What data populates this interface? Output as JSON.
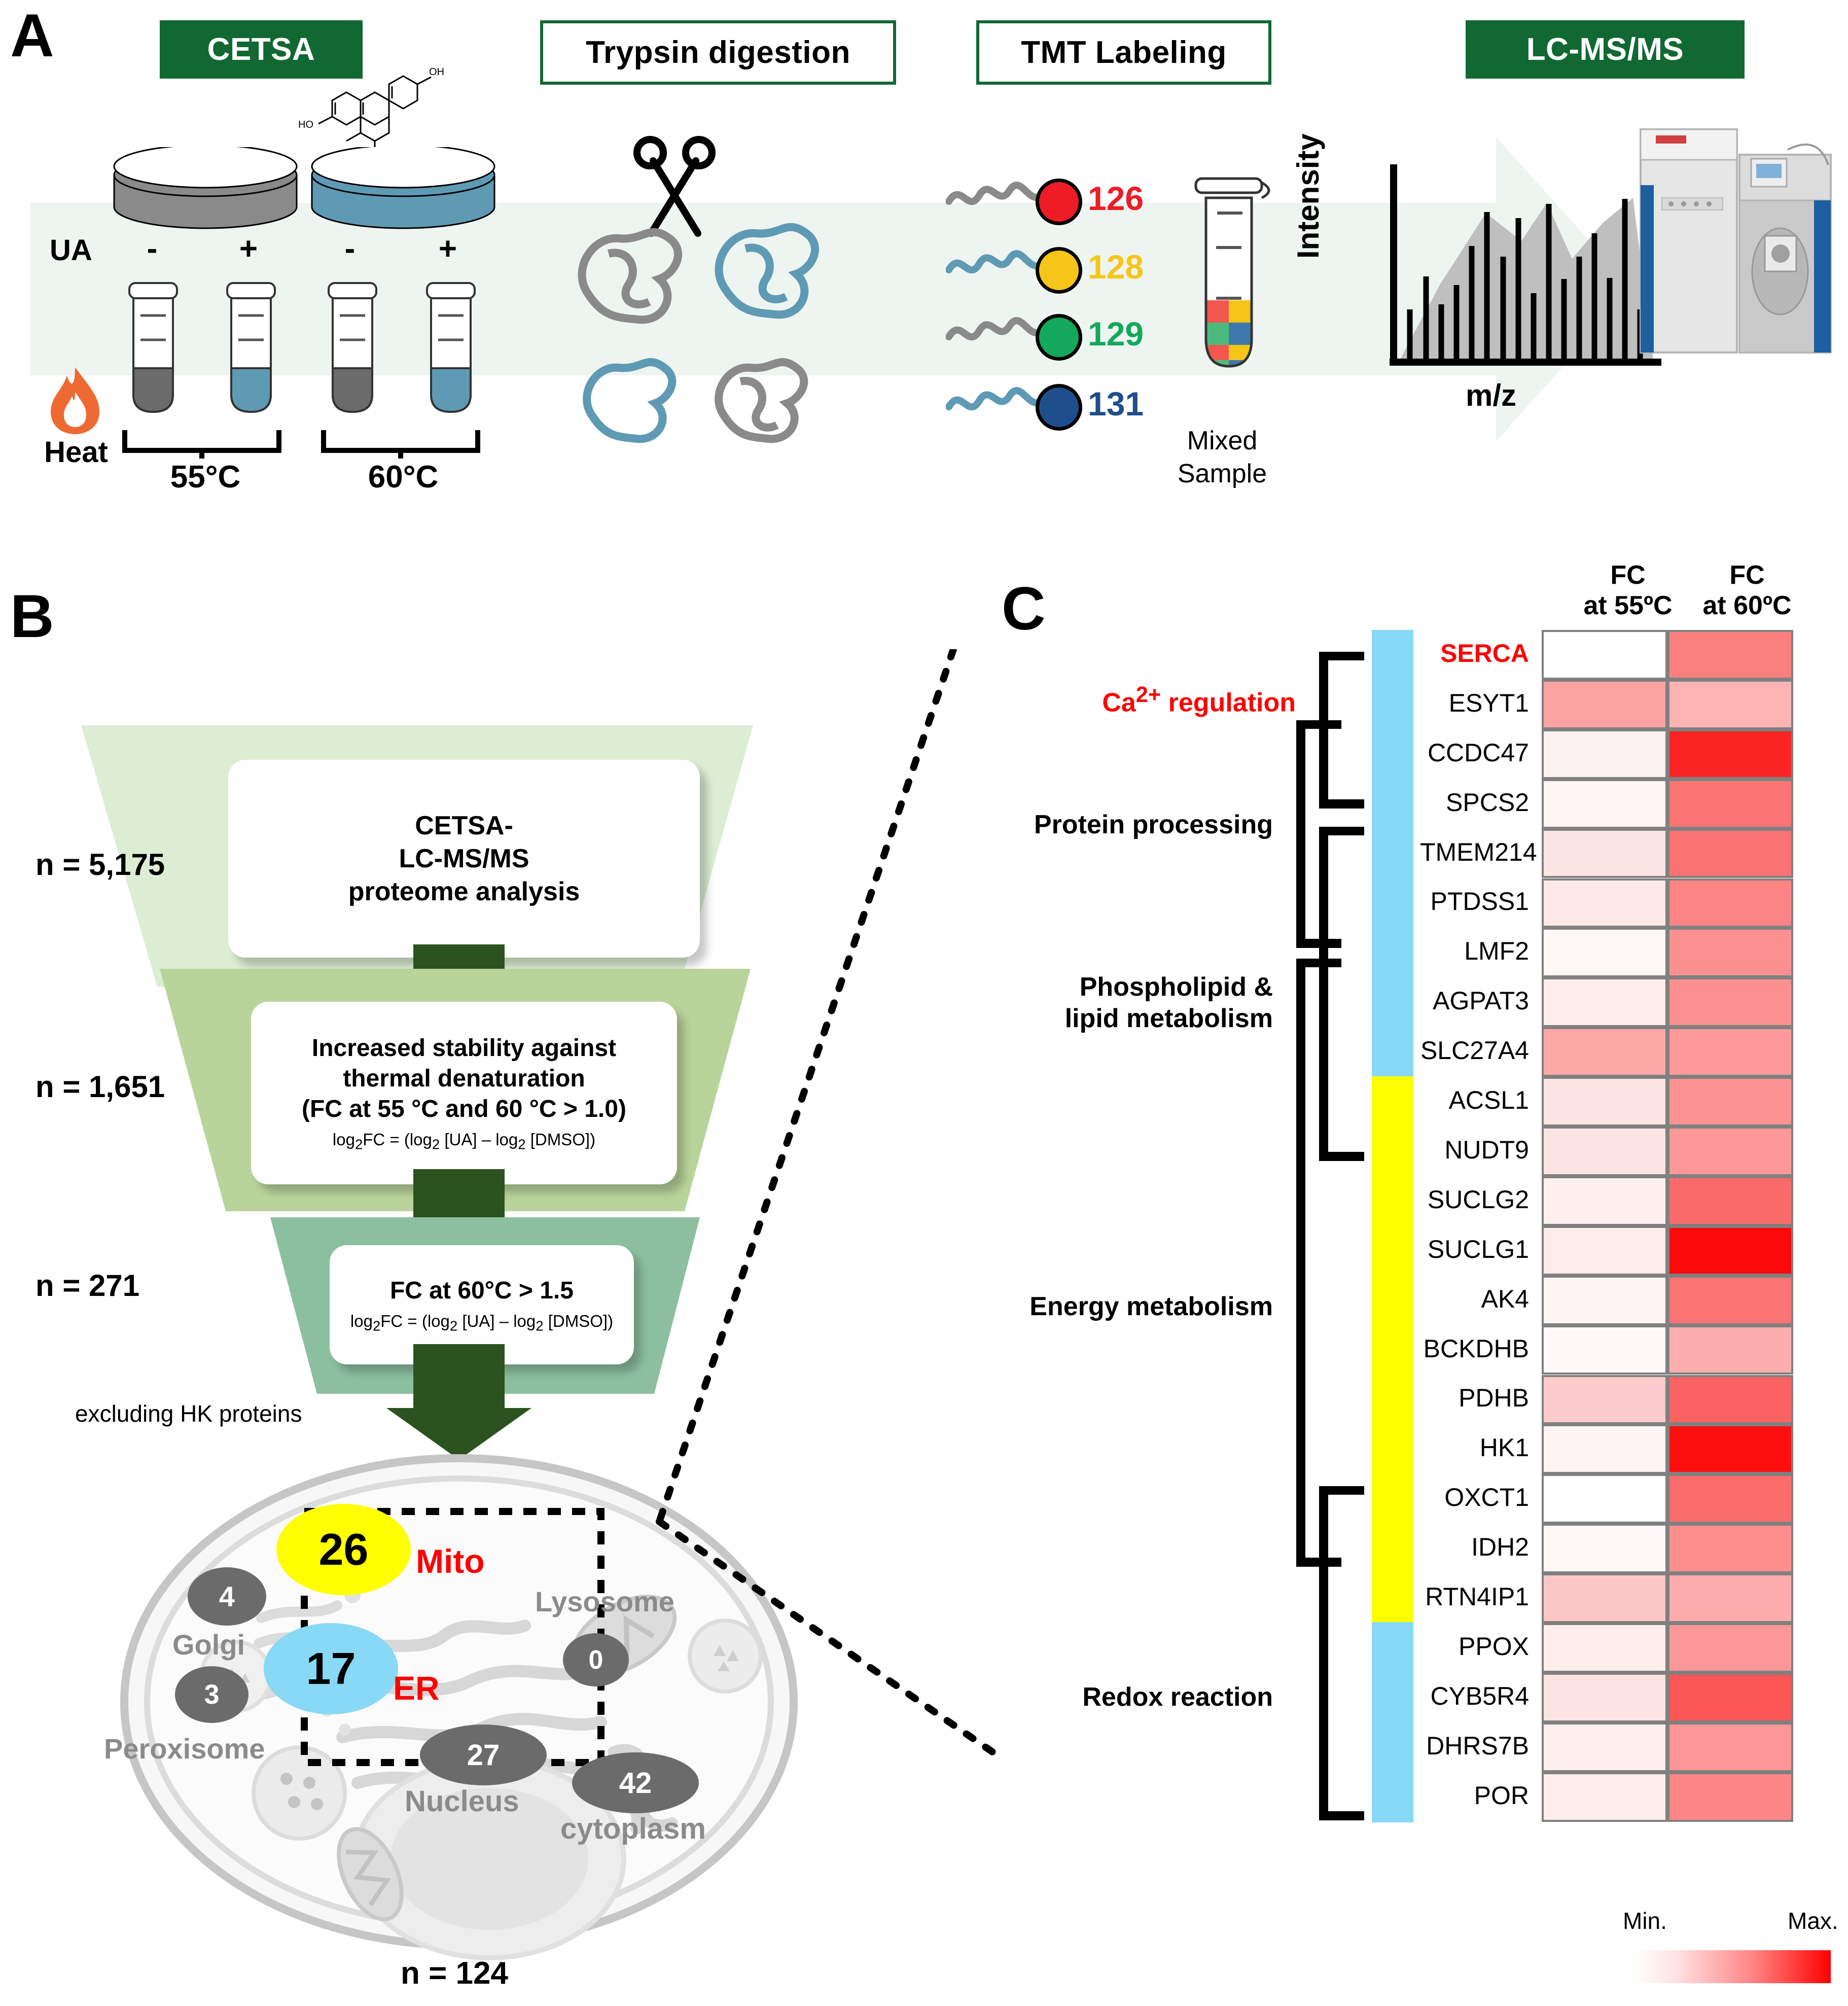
{
  "panelA": {
    "letter": "A",
    "headers": [
      {
        "label": "CETSA",
        "style": "filled"
      },
      {
        "label": "Trypsin digestion",
        "style": "outline"
      },
      {
        "label": "TMT Labeling",
        "style": "outline"
      },
      {
        "label": "LC-MS/MS",
        "style": "filled"
      }
    ],
    "ua_label": "UA",
    "signs": [
      "-",
      "+",
      "-",
      "+"
    ],
    "temperatures": [
      "55°C",
      "60°C"
    ],
    "heat_label": "Heat",
    "molecule_labels": {
      "oh_top": "OH",
      "ho_left": "HO"
    },
    "tmt_channels": [
      {
        "number": "126",
        "color": "#ee1c25",
        "strand": "#8a8a8a"
      },
      {
        "number": "128",
        "color": "#f5c518",
        "strand": "#5f9ab5"
      },
      {
        "number": "129",
        "color": "#13a85a",
        "strand": "#8a8a8a"
      },
      {
        "number": "131",
        "color": "#1f4e8c",
        "strand": "#5f9ab5"
      }
    ],
    "mixed_sample_label": "Mixed\nSample",
    "mixed_sample_line1": "Mixed",
    "mixed_sample_line2": "Sample",
    "spectrum": {
      "ylabel": "Intensity",
      "xlabel": "m/z"
    }
  },
  "panelB": {
    "letter": "B",
    "stages": [
      {
        "n_label": "n = 5,175",
        "title_lines": [
          "CETSA-",
          "LC-MS/MS",
          "proteome analysis"
        ],
        "formula": "",
        "fill": "#dcedd3"
      },
      {
        "n_label": "n = 1,651",
        "title_lines": [
          "Increased stability against",
          "thermal denaturation",
          "(FC at 55 °C and 60 °C > 1.0)"
        ],
        "formula": "log2FC = (log2 [UA] – log2 [DMSO])",
        "fill": "#b9d49b"
      },
      {
        "n_label": "n = 271",
        "title_lines": [
          "FC at 60°C > 1.5"
        ],
        "formula": "log2FC = (log2 [UA] – log2 [DMSO])",
        "fill": "#8cbfa0"
      }
    ],
    "excluding_label": "excluding HK proteins",
    "cell": {
      "organelles": [
        {
          "name": "Mito",
          "count": "26",
          "highlight": true,
          "color": "#ffff00",
          "text_color": "#000000",
          "label_color": "#ff0000"
        },
        {
          "name": "ER",
          "count": "17",
          "highlight": true,
          "color": "#87d9f5",
          "text_color": "#000000",
          "label_color": "#ff0000"
        },
        {
          "name": "Golgi",
          "count": "4",
          "highlight": false,
          "color": "#6b6b6b",
          "text_color": "#ffffff",
          "label_color": "#8b8b8b"
        },
        {
          "name": "Lysosome",
          "count": "0",
          "highlight": false,
          "color": "#6b6b6b",
          "text_color": "#ffffff",
          "label_color": "#8b8b8b"
        },
        {
          "name": "Peroxisome",
          "count": "3",
          "highlight": false,
          "color": "#6b6b6b",
          "text_color": "#ffffff",
          "label_color": "#8b8b8b"
        },
        {
          "name": "Nucleus",
          "count": "27",
          "highlight": false,
          "color": "#6b6b6b",
          "text_color": "#ffffff",
          "label_color": "#8b8b8b"
        },
        {
          "name": "cytoplasm",
          "count": "42",
          "highlight": false,
          "color": "#6b6b6b",
          "text_color": "#ffffff",
          "label_color": "#8b8b8b"
        }
      ]
    },
    "n_bottom": "n = 124"
  },
  "panelC": {
    "letter": "C",
    "column_headers": [
      {
        "line1": "FC",
        "line2": "at 55ºC"
      },
      {
        "line1": "FC",
        "line2": "at 60ºC"
      }
    ],
    "groups": [
      {
        "label": "Ca2+ regulation",
        "label_html": "Ca<sup>2+</sup> regulation",
        "red": true,
        "start": 0,
        "end": 2
      },
      {
        "label": "Protein processing",
        "label_html": "Protein processing",
        "red": false,
        "start": 2,
        "end": 5
      },
      {
        "label": "Phospholipid & lipid metabolism",
        "label_html": "Phospholipid &amp;<br>lipid metabolism",
        "red": false,
        "start": 5,
        "end": 9
      },
      {
        "label": "Energy metabolism",
        "label_html": "Energy metabolism",
        "red": false,
        "start": 9,
        "end": 18
      },
      {
        "label": "Redox reaction",
        "label_html": "Redox reaction",
        "red": false,
        "start": 17,
        "end": 23
      }
    ],
    "side_bands": [
      {
        "color": "#87d9f5",
        "start": 0,
        "end": 9
      },
      {
        "color": "#ffff00",
        "start": 9,
        "end": 20
      },
      {
        "color": "#87d9f5",
        "start": 20,
        "end": 23
      }
    ],
    "legend": {
      "min": "Min.",
      "max": "Max.",
      "min_color": "#ffffff",
      "max_color": "#ff0000"
    }
  },
  "chart_data": {
    "type": "heatmap",
    "title": "",
    "xlabel": "",
    "ylabel": "",
    "columns": [
      "FC at 55ºC",
      "FC at 60ºC"
    ],
    "rows": [
      "SERCA",
      "ESYT1",
      "CCDC47",
      "SPCS2",
      "TMEM214",
      "PTDSS1",
      "LMF2",
      "AGPAT3",
      "SLC27A4",
      "ACSL1",
      "NUDT9",
      "SUCLG2",
      "SUCLG1",
      "AK4",
      "BCKDHB",
      "PDHB",
      "HK1",
      "OXCT1",
      "IDH2",
      "RTN4IP1",
      "PPOX",
      "CYB5R4",
      "DHRS7B",
      "POR"
    ],
    "values": [
      [
        0.02,
        0.55
      ],
      [
        0.45,
        0.32
      ],
      [
        0.07,
        0.92
      ],
      [
        0.05,
        0.6
      ],
      [
        0.16,
        0.6
      ],
      [
        0.14,
        0.52
      ],
      [
        0.05,
        0.45
      ],
      [
        0.12,
        0.45
      ],
      [
        0.42,
        0.38
      ],
      [
        0.16,
        0.45
      ],
      [
        0.17,
        0.4
      ],
      [
        0.1,
        0.58
      ],
      [
        0.13,
        0.99
      ],
      [
        0.07,
        0.55
      ],
      [
        0.04,
        0.3
      ],
      [
        0.27,
        0.58
      ],
      [
        0.07,
        0.99
      ],
      [
        0.0,
        0.56
      ],
      [
        0.05,
        0.45
      ],
      [
        0.28,
        0.33
      ],
      [
        0.09,
        0.42
      ],
      [
        0.16,
        0.64
      ],
      [
        0.09,
        0.42
      ],
      [
        0.1,
        0.5
      ]
    ],
    "cell_colors": [
      [
        "#ffffff",
        "#fc8080"
      ],
      [
        "#fba3a3",
        "#fcb3b3"
      ],
      [
        "#fdf2f2",
        "#fb2525"
      ],
      [
        "#fdf6f5",
        "#fb7474"
      ],
      [
        "#fce5e5",
        "#fb7272"
      ],
      [
        "#fce9e7",
        "#fc8484"
      ],
      [
        "#fef7f6",
        "#fc9090"
      ],
      [
        "#fceceb",
        "#fc9090"
      ],
      [
        "#fba8a7",
        "#fc9a9a"
      ],
      [
        "#fce5e4",
        "#fc9191"
      ],
      [
        "#fce4e3",
        "#fc9898"
      ],
      [
        "#fdf0ef",
        "#fb6a6a"
      ],
      [
        "#fcebeb",
        "#fb0a0a"
      ],
      [
        "#fdf5f4",
        "#fb7474"
      ],
      [
        "#fef9f8",
        "#fcaeae"
      ],
      [
        "#fbcccb",
        "#fb6363"
      ],
      [
        "#fdf4f3",
        "#fb0f0f"
      ],
      [
        "#ffffff",
        "#fb6c6c"
      ],
      [
        "#fdf7f6",
        "#fc8e8e"
      ],
      [
        "#fbc7c6",
        "#fcacac"
      ],
      [
        "#fdeeed",
        "#fc9898"
      ],
      [
        "#fce4e3",
        "#fb5555"
      ],
      [
        "#fdefee",
        "#fc9595"
      ],
      [
        "#fdeceb",
        "#fc8686"
      ]
    ],
    "colorscale": {
      "min": "#ffffff",
      "max": "#ff0000"
    },
    "legend_position": "bottom-right",
    "grid": true
  }
}
